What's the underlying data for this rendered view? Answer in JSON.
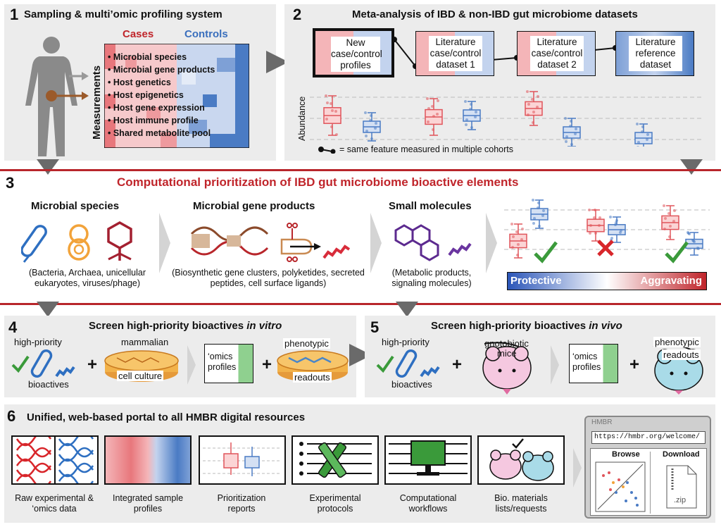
{
  "panel1": {
    "num": "1",
    "title": "Sampling & multi’omic profiling system",
    "cases": "Cases",
    "controls": "Controls",
    "measurements_label": "Measurements",
    "items": [
      "• Microbial species",
      "• Microbial gene products",
      "• Host genetics",
      "• Host epigenetics",
      "• Host gene expression",
      "• Host immune profile",
      "• Shared metabolite pool"
    ]
  },
  "panel2": {
    "num": "2",
    "title": "Meta-analysis of IBD & non-IBD gut microbiome datasets",
    "datasets": [
      "New case/control profiles",
      "Literature case/control dataset 1",
      "Literature case/control dataset 2",
      "Literature reference dataset"
    ],
    "ylabel": "Abundance",
    "legend": "= same feature measured in multiple cohorts"
  },
  "panel3": {
    "num": "3",
    "title": "Computational prioritization of IBD gut microbiome bioactive elements",
    "groups": [
      {
        "heading": "Microbial species",
        "caption": "(Bacteria, Archaea, unicellular eukaryotes, viruses/phage)"
      },
      {
        "heading": "Microbial gene products",
        "caption": "(Biosynthetic gene clusters, polyketides, secreted peptides, cell surface ligands)"
      },
      {
        "heading": "Small molecules",
        "caption": "(Metabolic products, signaling molecules)"
      }
    ],
    "protective": "Protective",
    "aggravating": "Aggravating"
  },
  "panel4": {
    "num": "4",
    "title": "Screen high-priority bioactives",
    "title_em": "in vitro",
    "bioactives_top": "high-priority",
    "bioactives_bottom": "bioactives",
    "culture_top": "mammalian",
    "culture_bottom": "cell culture",
    "omics": "‘omics profiles",
    "phen_top": "phenotypic",
    "phen_bottom": "readouts",
    "plus": "+"
  },
  "panel5": {
    "num": "5",
    "title": "Screen high-priority bioactives",
    "title_em": "in vivo",
    "bioactives_top": "high-priority",
    "bioactives_bottom": "bioactives",
    "mice_top": "gnotobiotic",
    "mice_bottom": "mice",
    "omics": "‘omics profiles",
    "phen_top": "phenotypic",
    "phen_bottom": "readouts",
    "plus": "+"
  },
  "panel6": {
    "num": "6",
    "title": "Unified, web-based portal to all HMBR digital resources",
    "resources": [
      "Raw experimental & ‘omics data",
      "Integrated sample profiles",
      "Prioritization reports",
      "Experimental protocols",
      "Computational workflows",
      "Bio. materials lists/requests"
    ],
    "browser_tab": "HMBR",
    "url": "https://hmbr.org/welcome/",
    "browse": "Browse",
    "download": "Download",
    "zip": ".zip"
  },
  "colors": {
    "accent_red": "#c0252b",
    "case_red": "#e8777c",
    "control_blue": "#4a7bc4",
    "panel_bg": "#ececec"
  }
}
